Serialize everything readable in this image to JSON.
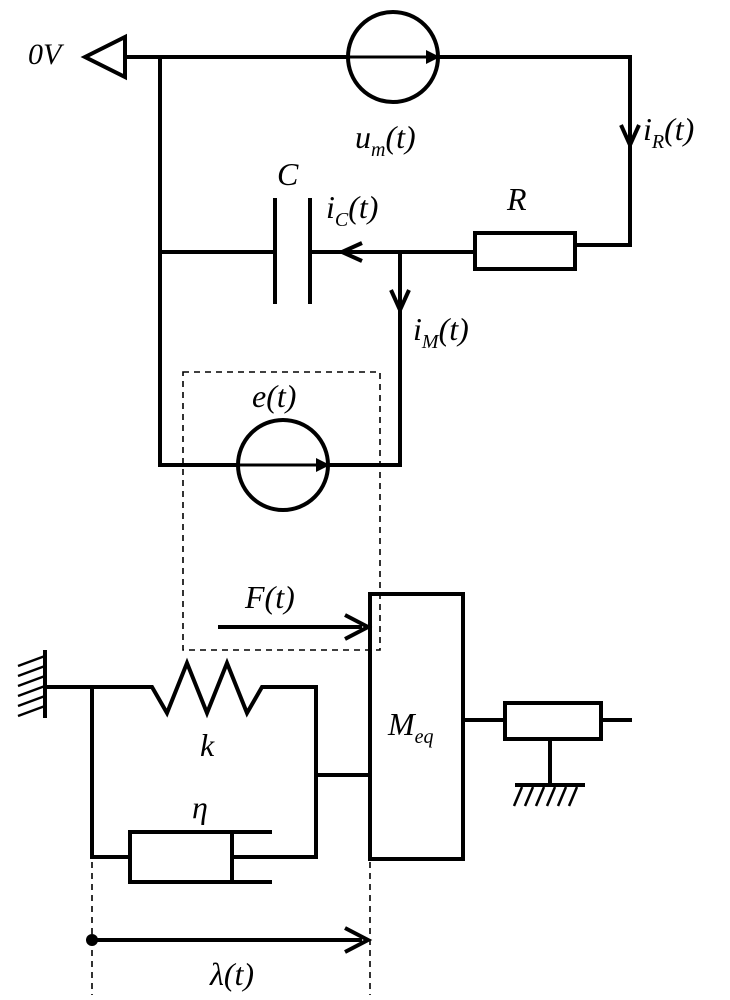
{
  "circuit": {
    "ground_label": "0V",
    "source_um_label": "u",
    "source_um_sub": "m",
    "source_um_arg": "(t)",
    "iR_label": "i",
    "iR_sub": "R",
    "iR_arg": "(t)",
    "capacitor_label": "C",
    "iC_label": "i",
    "iC_sub": "C",
    "iC_arg": "(t)",
    "resistor_label": "R",
    "iM_label": "i",
    "iM_sub": "M",
    "iM_arg": "(t)",
    "emf_label": "e(t)"
  },
  "mechanical": {
    "force_label": "F(t)",
    "mass_label": "M",
    "mass_sub": "eq",
    "spring_label": "k",
    "damper_label": "η",
    "displacement_label": "λ(t)"
  }
}
